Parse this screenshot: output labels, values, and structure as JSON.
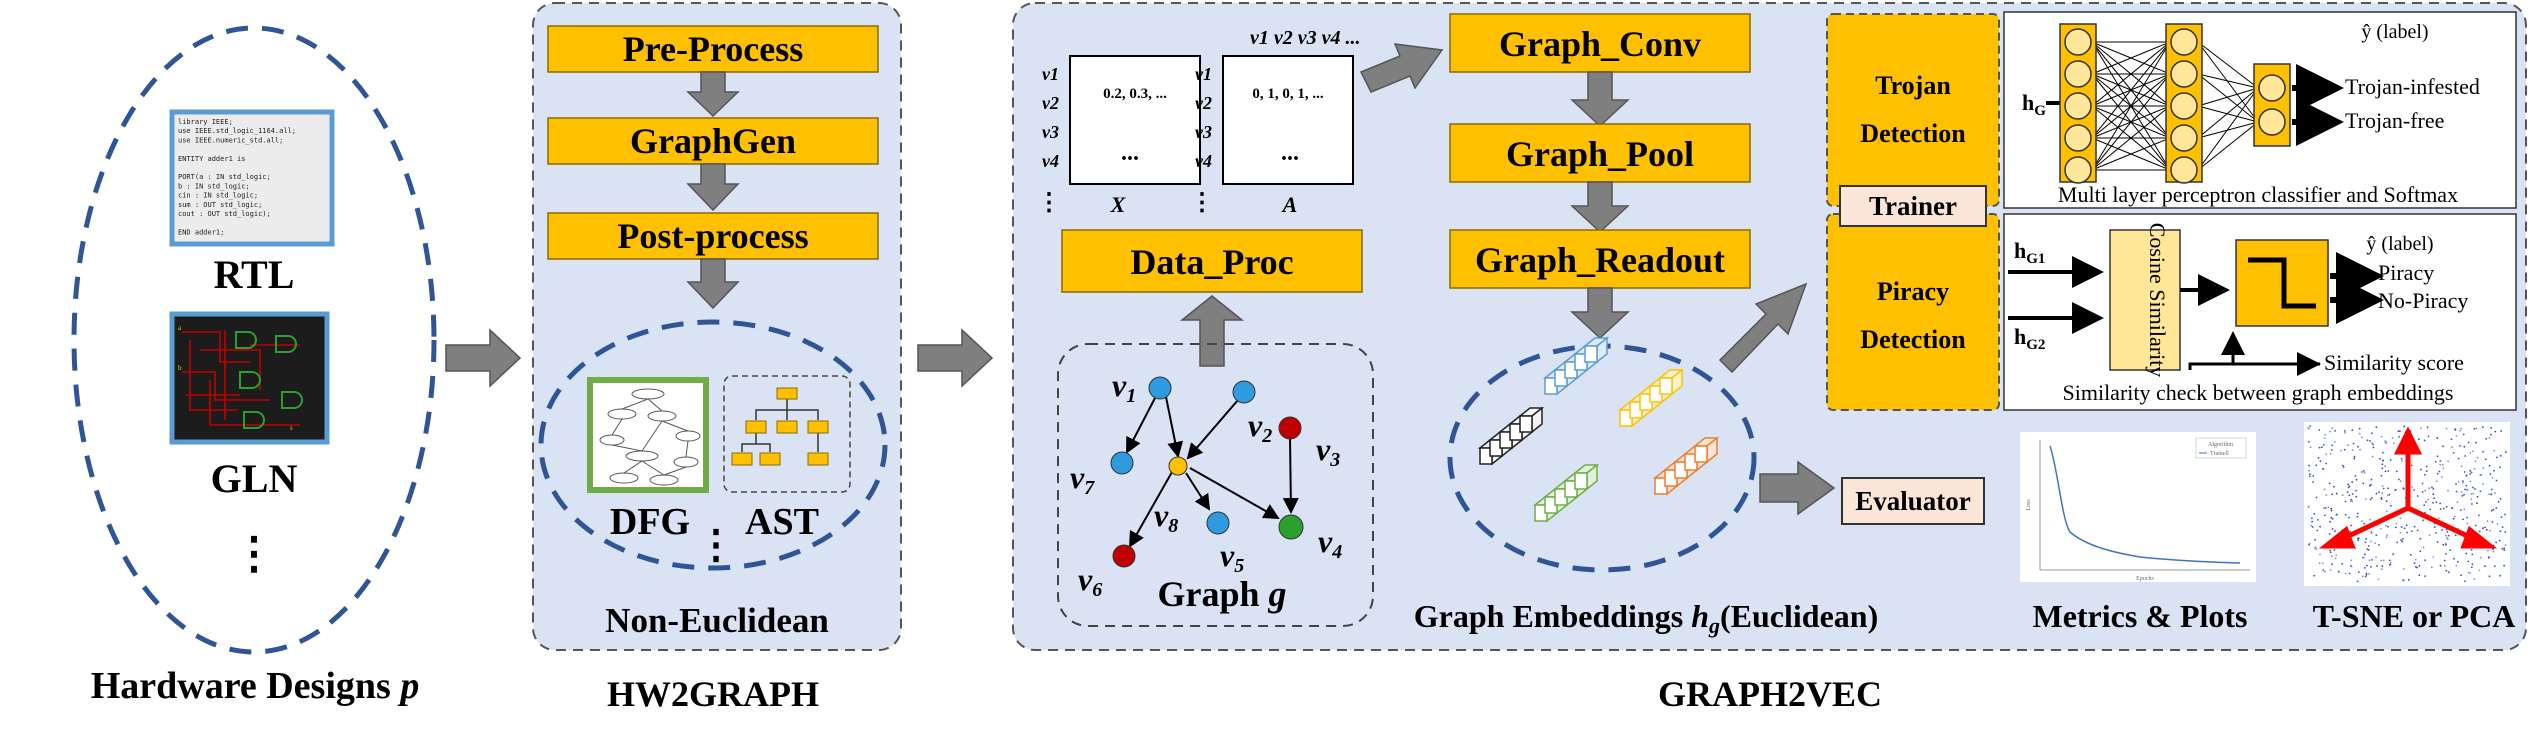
{
  "input": {
    "rtl_label": "RTL",
    "gln_label": "GLN",
    "more": "⋮",
    "caption_prefix": "Hardware Designs ",
    "caption_var": "p",
    "code_lines": [
      "library IEEE;",
      "use IEEE.std_logic_1164.all;",
      "use IEEE.numeric_std.all;",
      "",
      "ENTITY adder1 is",
      "",
      "  PORT(a    : IN std_logic;",
      "       b    : IN std_logic;",
      "       cin  : IN std_logic;",
      "       sum  : OUT std_logic;",
      "       cout : OUT std_logic);",
      "",
      "END adder1;"
    ]
  },
  "hw2graph": {
    "steps": [
      "Pre-Process",
      "GraphGen",
      "Post-process"
    ],
    "dfg_label": "DFG",
    "ast_label": "AST",
    "more": "⋮",
    "space_label": "Non-Euclidean",
    "caption": "HW2GRAPH"
  },
  "graph2vec": {
    "caption": "GRAPH2VEC",
    "matrix_x": {
      "row_labels": [
        "v1",
        "v2",
        "v3",
        "v4"
      ],
      "first_row": "0.2, 0.3, ...",
      "ellipsis": "...",
      "name": "X"
    },
    "matrix_a": {
      "col_header": "v1 v2 v3 v4 ...",
      "row_labels": [
        "v1",
        "v2",
        "v3",
        "v4"
      ],
      "first_row": "0, 1, 0, 1, ...",
      "ellipsis": "...",
      "name": "A"
    },
    "data_proc": "Data_Proc",
    "graph": {
      "nodes": [
        "v1",
        "v2",
        "v3",
        "v4",
        "v5",
        "v6",
        "v7",
        "v8"
      ],
      "label_prefix": "Graph ",
      "label_var": "g",
      "node_colors": {
        "blue": "#2E9BE0",
        "red": "#C00000",
        "green": "#2CA02C",
        "yellow": "#FFC000"
      }
    },
    "conv": "Graph_Conv",
    "pool": "Graph_Pool",
    "readout": "Graph_Readout",
    "embeddings_label": "Graph Embeddings ",
    "embeddings_var": "h",
    "embeddings_sub": "g",
    "embeddings_suffix": "(Euclidean)",
    "trojan": {
      "line1": "Trojan",
      "line2": "Detection"
    },
    "trainer": "Trainer",
    "piracy": {
      "line1": "Piracy",
      "line2": "Detection"
    },
    "evaluator": "Evaluator",
    "mlp": {
      "input": "h",
      "input_sub": "G",
      "output_label": "ŷ (label)",
      "out1": "Trojan-infested",
      "out2": "Trojan-free",
      "caption": "Multi layer perceptron classifier and Softmax"
    },
    "similarity": {
      "in1": "h",
      "in1_sub": "G1",
      "in2": "h",
      "in2_sub": "G2",
      "cosine": "Cosine Similarity",
      "output_label": "ŷ (label)",
      "out1": "Piracy",
      "out2": "No-Piracy",
      "score": "Similarity score",
      "caption": "Similarity check between graph embeddings"
    },
    "plot": {
      "legend": [
        "Algorithm",
        "Trainell"
      ],
      "xlabel": "Epochs",
      "ylabel": "Loss"
    },
    "metrics_label": "Metrics & Plots",
    "tsne_label": "T-SNE or PCA"
  },
  "colors": {
    "yellow": "#FFC000",
    "panel": "#DAE3F3",
    "ellipse": "#2F5597",
    "arrow": "#7F7F7F",
    "evaluator": "#FBE5D6"
  }
}
